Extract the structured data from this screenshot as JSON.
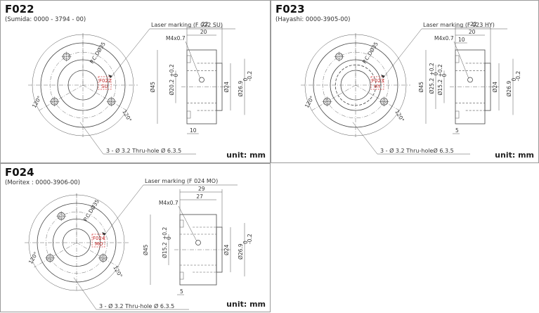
{
  "panels": [
    {
      "code": "F022",
      "source": "(Sumida: 0000 - 3794 - 00)",
      "laser": "Laser marking (F 022 SU)",
      "thru_hole": "3 - Ø 3.2 Thru-hole Ø 6.3.5",
      "pcd": "P.C.DØ35",
      "mark_code": "F022",
      "mark_suffix": "SU",
      "angle": "120°",
      "tap": "M4x0.7",
      "dims": {
        "overall": "22",
        "body": "20",
        "base": "10",
        "dia45": "Ø45",
        "dia_bore": "Ø20.2",
        "dia_bore_tol": "+0.2\n0",
        "dia24": "Ø24",
        "dia26": "Ø26.9",
        "dia26_tol": "0\n-0.2"
      },
      "unit": "unit: mm"
    },
    {
      "code": "F023",
      "source": "(Hayashi: 0000-3905-00)",
      "laser": "Laser marking (F 023 HY)",
      "thru_hole": "3 - Ø 3.2 Thru-holeØ 6.3.5",
      "pcd": "P.C.DØ35",
      "mark_code": "F023",
      "mark_suffix": "HY",
      "angle": "120°",
      "tap": "M4x0.7",
      "dims": {
        "overall": "22",
        "body": "20",
        "base": "10",
        "step": "5",
        "dia45": "Ø45",
        "dia_outer_bore": "Ø25.2",
        "dia_outer_bore_tol": "+0.2\n0",
        "dia_bore": "Ø15.2",
        "dia_bore_tol": "+0.2\n0",
        "dia24": "Ø24",
        "dia26": "Ø26.9",
        "dia26_tol": "0\n-0.2"
      },
      "unit": "unit: mm"
    },
    {
      "code": "F024",
      "source": "(Moritex : 0000-3906-00)",
      "laser": "Laser marking (F 024 MO)",
      "thru_hole": "3 - Ø 3.2 Thru-hole Ø 6.3.5",
      "pcd": "P.C.DØ35",
      "mark_code": "F024",
      "mark_suffix": "MO",
      "angle": "120°",
      "tap": "M4x0.7",
      "dims": {
        "overall": "29",
        "body": "27",
        "step": "5",
        "dia45": "Ø45",
        "dia_bore": "Ø15.2",
        "dia_bore_tol": "+0.2\n0",
        "dia24": "Ø24",
        "dia26": "Ø26.9",
        "dia26_tol": "0\n-0.2"
      },
      "unit": "unit: mm"
    }
  ]
}
